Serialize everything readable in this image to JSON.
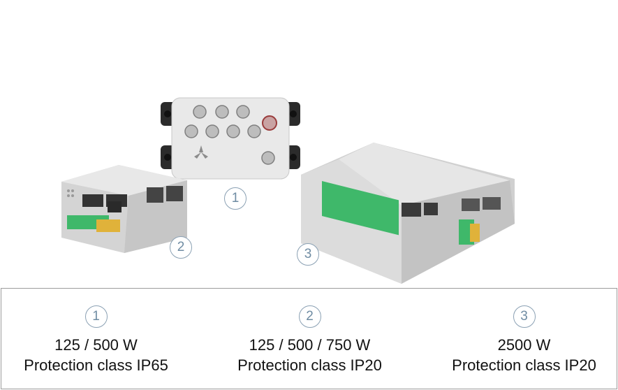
{
  "devices": [
    {
      "number": "1"
    },
    {
      "number": "2"
    },
    {
      "number": "3"
    }
  ],
  "specs": [
    {
      "number": "1",
      "power": "125 / 500 W",
      "protection": "Protection class IP65"
    },
    {
      "number": "2",
      "power": "125 / 500 / 750 W",
      "protection": "Protection class IP20"
    },
    {
      "number": "3",
      "power": "2500 W",
      "protection": "Protection class IP20"
    }
  ],
  "colors": {
    "marker": "#6f8ca3",
    "terminal": "#3fb86a",
    "housing": "#d9d9d9"
  }
}
